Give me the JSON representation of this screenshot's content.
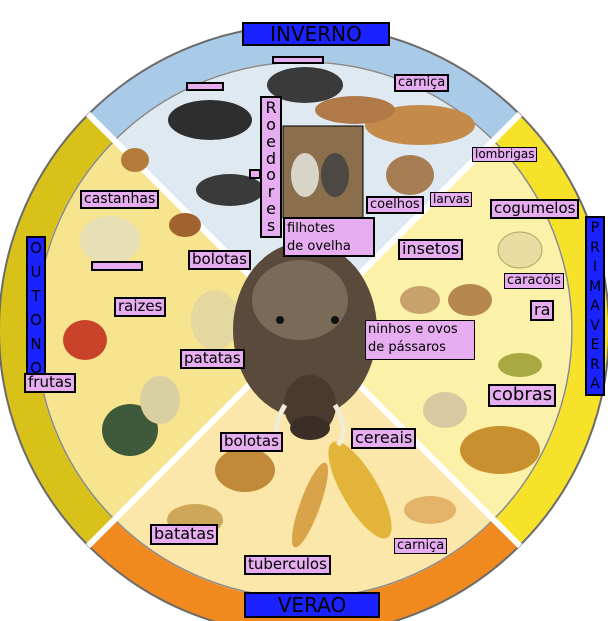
{
  "seasons": {
    "inverno": "INVERNO",
    "primavera": "PRIMAVERA",
    "verao": "VERAO",
    "outono": "OUTONO"
  },
  "center": "javali",
  "labels": {
    "carnica_top": "carniça",
    "roedores": "Roedores",
    "filhotes_line1": "filhotes",
    "filhotes_line2": "de ovelha",
    "coelhos": "coelhos",
    "larvas": "larvas",
    "lombrigas": "lombrigas",
    "cogumelos": "cogumelos",
    "insetos": "insetos",
    "caracois": "caracóis",
    "ra": "ra",
    "ninhos_line1": "ninhos e ovos",
    "ninhos_line2": "de pássaros",
    "cobras": "cobras",
    "castanhas": "castanhas",
    "bolotas_left": "bolotas",
    "raizes": "raizes",
    "patatas": "patatas",
    "frutas": "frutas",
    "bolotas_bottom": "bolotas",
    "cereais": "cereais",
    "batatas": "batatas",
    "tuberculos": "tuberculos",
    "carnica_bottom": "carniça"
  },
  "colors": {
    "winter": "#a9cbe8",
    "winter_inner": "#dfe9f2",
    "spring": "#f7e22a",
    "spring_inner": "#fbf1a8",
    "summer": "#f08a1f",
    "summer_inner": "#fbe7a9",
    "autumn": "#d8c21a",
    "autumn_inner": "#f6e48f",
    "label": "#e6aef0",
    "season_box": "#1a23ff"
  }
}
